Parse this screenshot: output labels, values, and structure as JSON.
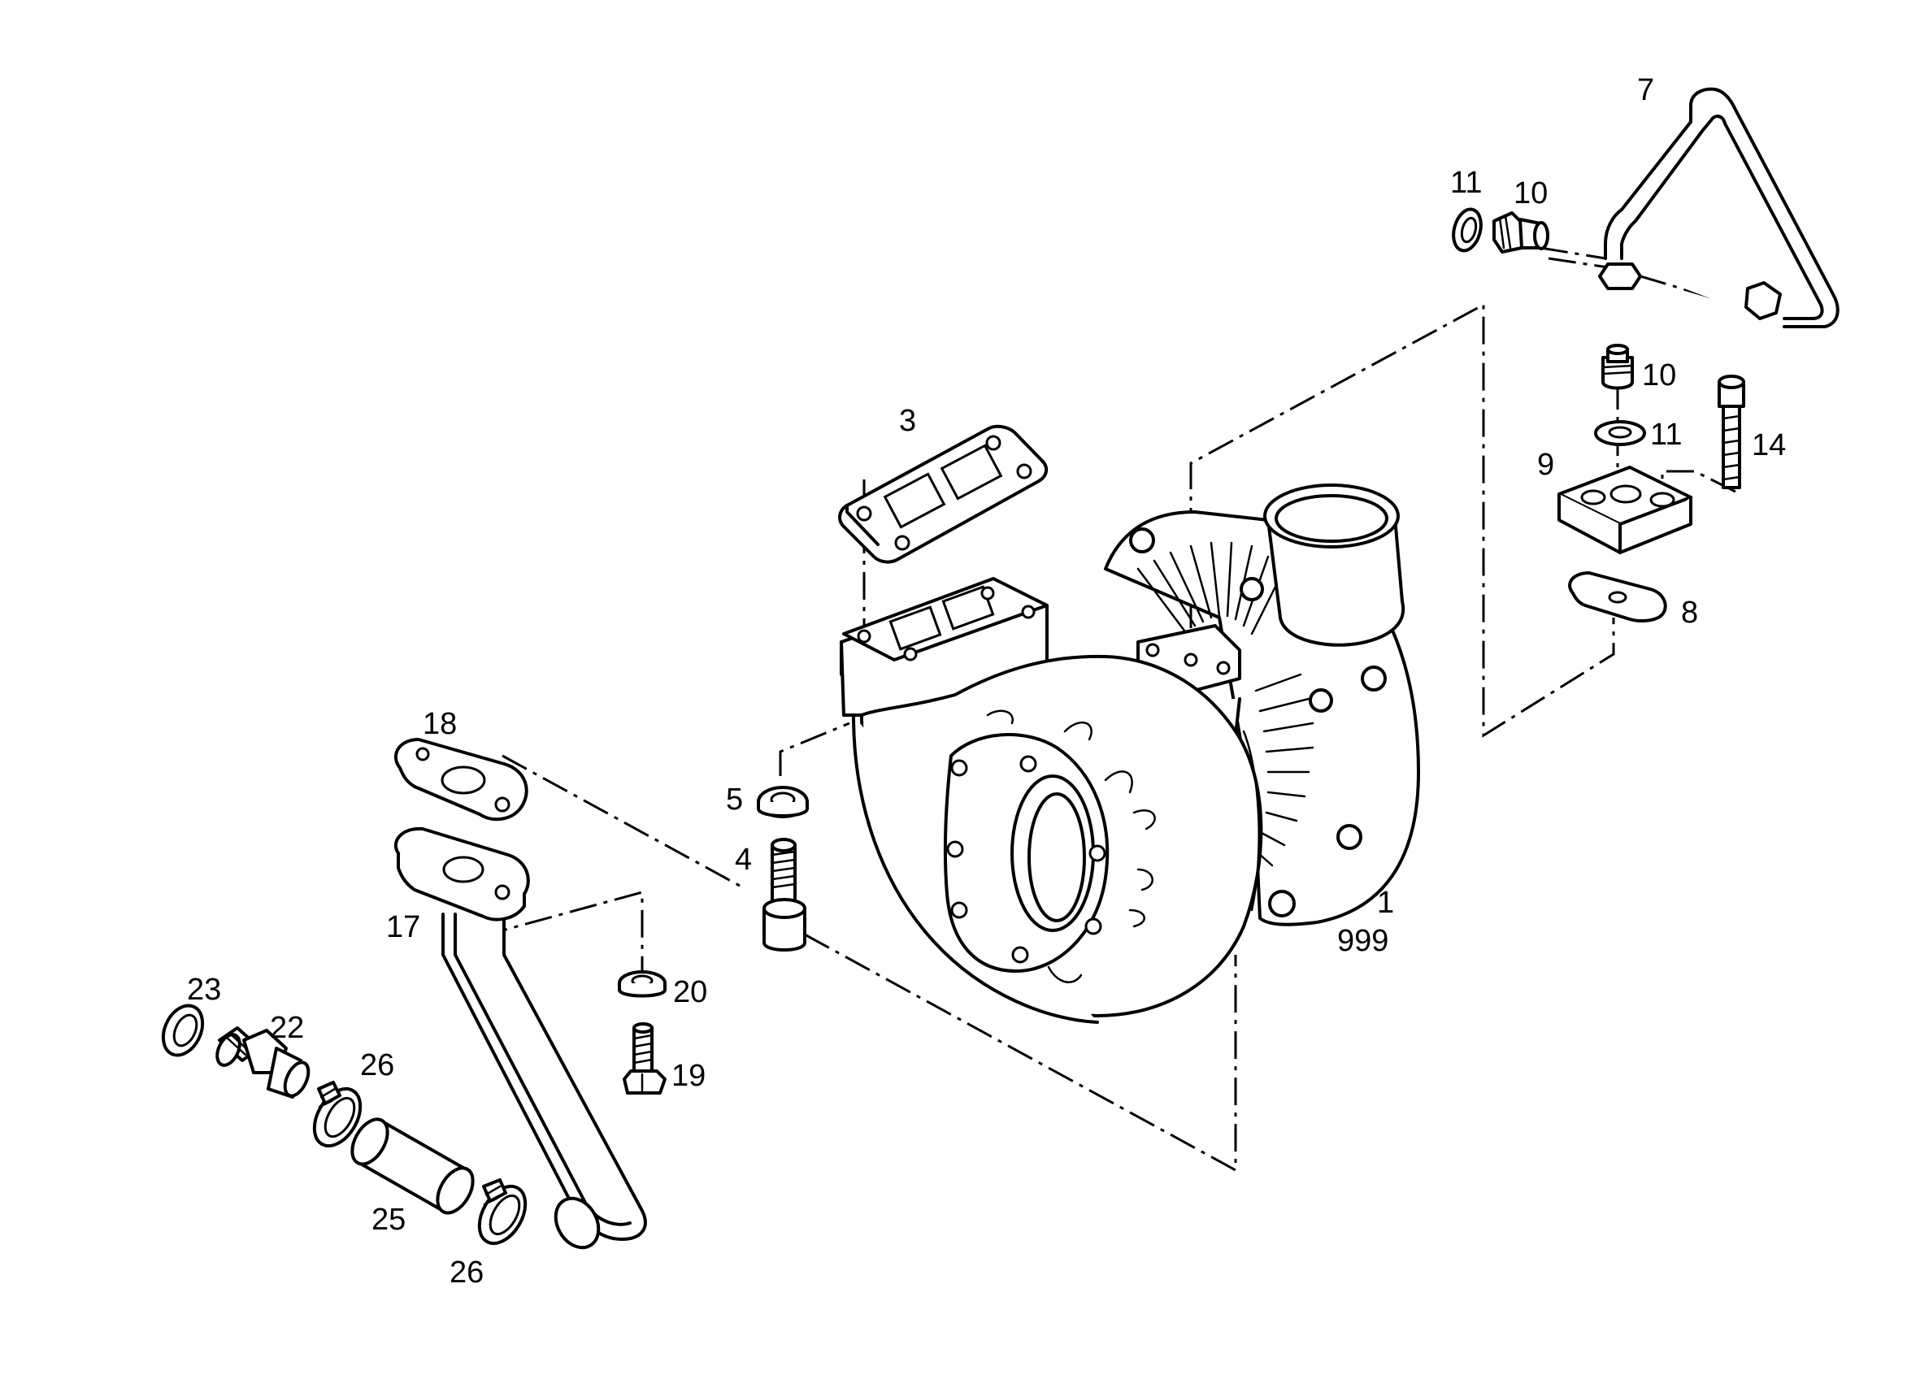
{
  "callouts": {
    "c1": "1",
    "c999": "999",
    "c3": "3",
    "c4": "4",
    "c5": "5",
    "c7": "7",
    "c8": "8",
    "c9": "9",
    "c10a": "10",
    "c10b": "10",
    "c11a": "11",
    "c11b": "11",
    "c14": "14",
    "c17": "17",
    "c18": "18",
    "c19": "19",
    "c20": "20",
    "c22": "22",
    "c23": "23",
    "c25": "25",
    "c26a": "26",
    "c26b": "26"
  }
}
